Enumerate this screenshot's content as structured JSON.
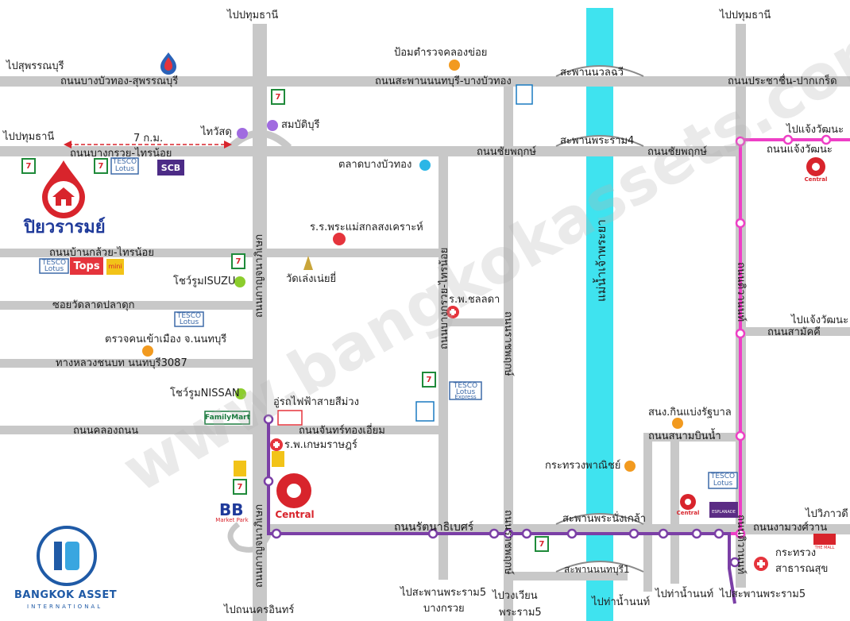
{
  "watermark": "www.bangkokassets.com",
  "project": {
    "name": "ปิยวรารมย์"
  },
  "brand": {
    "name": "BANGKOK ASSET",
    "sub": "INTERNATIONAL"
  },
  "river": {
    "name": "แม่น้ำเจ้าพระยา"
  },
  "distance": {
    "label": "7 ก.ม."
  },
  "bridges": {
    "nonthaburi_bridge": "สะพานนวลฉวี",
    "rama4": "สะพานพระราม4",
    "phra_nang_klao": "สะพานพระนั่งเกล้า",
    "nonthaburi1": "สะพานนนทบุรี1"
  },
  "roads": {
    "bangbuathong_suphan": "ถนนบางบัวทอง-สุพรรณบุรี",
    "saphan_nonthaburi_bangbuathong": "ถนนสะพานนนทบุรี-บางบัวทอง",
    "prachachuen_pakkret": "ถนนประชาชื่น-ปากเกร็ด",
    "chaiyaphruek_mid": "ถนนชัยพฤกษ์",
    "chaiyaphruek_east": "ถนนชัยพฤกษ์",
    "chaengwattana": "ถนนแจ้งวัฒนะ",
    "bangkruai_sainoi": "ถนนบางกรวย-ไทรน้อย",
    "ban_kluai_sainoi": "ถนนบ้านกล้วย-ไทรน้อย",
    "soi_wat_latpladuk": "ซอยวัดลาดปลาดุก",
    "highway3087": "ทางหลวงชนบท นนทบุรี3087",
    "khlong_thanon": "ถนนคลองถนน",
    "chan_thongiam": "ถนนจันทร์ทองเอี่ยม",
    "ratanathibet": "ถนนรัตนาธิเบศร์",
    "samakkhi": "ถนนสามัคคี",
    "sanambinnam": "ถนนสนามบินน้ำ",
    "ngamwongwan": "ถนนงามวงศ์วาน",
    "kanchanaphisek": "ถนนกาญจนาภิเษก",
    "bangkruai_sainoi_v": "ถนนบางกรวย-ไทรน้อย",
    "ratchaphruek": "ถนนราชพฤกษ์",
    "ratchaphruek_s": "ถนนราชพฤกษ์",
    "tiwanon": "ถนนติวานนท์",
    "tiwanon_s": "ถนนติวานนท์"
  },
  "directions": {
    "to_pathum_top_left": "ไปปทุมธานี",
    "to_pathum_top_right": "ไปปทุมธานี",
    "to_suphan": "ไปสุพรรณบุรี",
    "to_pathum_left": "ไปปทุมธานี",
    "to_chaeng_ne": "ไปแจ้งวัฒนะ",
    "to_chaeng_e": "ไปแจ้งวัฒนะ",
    "to_vibhavadi": "ไปวิภาวดี",
    "to_rama5": "ไปสะพานพระราม5",
    "to_bangkruai": "บางกรวย",
    "to_ngamwongwan_s": "ไปวงเวียน",
    "to_rama5_s": "พระราม5",
    "to_pier": "ไปท่าน้ำนนท์",
    "to_pier2": "ไปท่าน้ำนนท์",
    "to_rama5_e": "ไปสะพานพระราม5",
    "to_krungthon": "ไปถนนครอินทร์"
  },
  "places": {
    "police_khlongkhoi": "ป้อมตำรวจคลองข่อย",
    "saovasdu": "ไทวัสดุ",
    "sombatburi": "สมบัติบุรี",
    "talat_bangbuathong": "ตลาดบางบัวทอง",
    "school": "ร.ร.พระแม่สกลสงเคราะห์",
    "wat_laengnoi": "วัดเล่งเน่ยยี่",
    "isuzu": "โชว์รูมISUZU",
    "immigration": "ตรวจคนเข้าเมือง จ.นนทบุรี",
    "nissan": "โชว์รูมNISSAN",
    "cholada_hospital": "ร.พ.ชลลดา",
    "purple_depot": "อู่รถไฟฟ้าสายสีม่วง",
    "kasemrad_hospital": "ร.พ.เกษมราษฎร์",
    "ministry_commerce": "กระทรวงพาณิชย์",
    "lottery_office": "สนง.กินแบ่งรัฐบาล",
    "ministry_health_1": "กระทรวง",
    "ministry_health_2": "สาธารณสุข"
  },
  "logos": {
    "tesco": "TESCO",
    "lotus": "Lotus",
    "tops": "Tops",
    "mini": "mini",
    "scb": "SCB",
    "central": "Central",
    "familymart": "FamilyMart",
    "bb": "BB",
    "bb_sub": "Market Park",
    "express": "Express",
    "esplanade": "ESPLANADE",
    "themall": "THE MALL",
    "seven": "7"
  },
  "colors": {
    "road": "#c8c8c8",
    "river": "#3fe3ef",
    "pink_line": "#ee3fc6",
    "purple_line": "#7b3fa6",
    "project_marker": "#d8242c",
    "title": "#1f3a9a"
  }
}
